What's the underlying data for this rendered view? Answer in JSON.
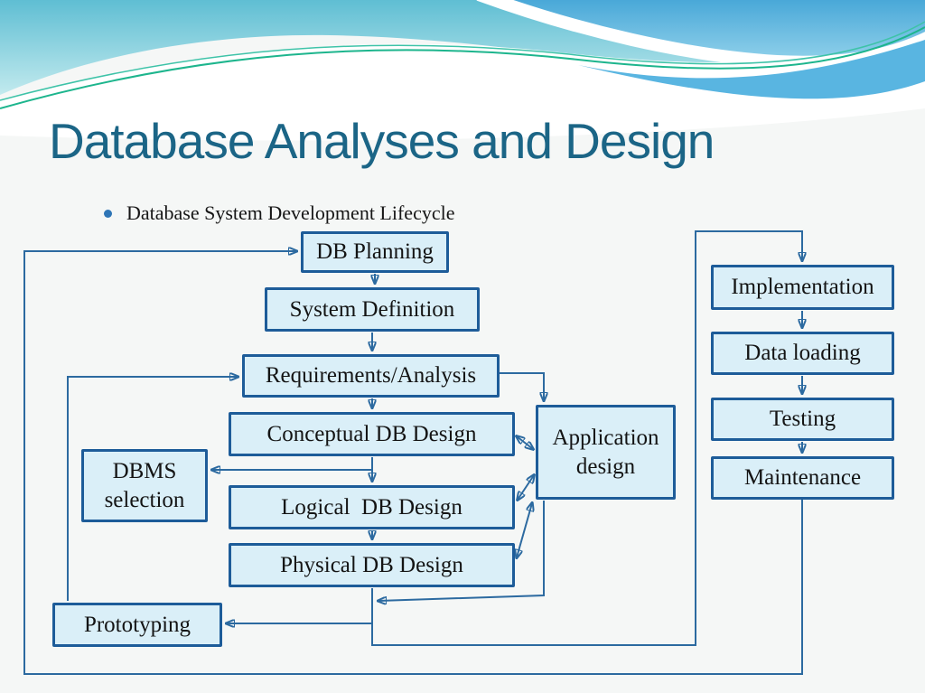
{
  "slide": {
    "title": "Database Analyses and Design",
    "bullet": "Database System Development Lifecycle"
  },
  "colors": {
    "title_text": "#1b6586",
    "box_fill": "#daeff8",
    "box_border": "#1d5c99",
    "arrow": "#2c6aa0",
    "bullet_dot": "#2e75b6",
    "body_text": "#141414",
    "wave_teal": "#5fbed3",
    "wave_blue": "#49a8d8",
    "wave_accent_line": "#1db58d"
  },
  "flowchart": {
    "nodes": [
      {
        "id": "db-planning",
        "label": "DB Planning"
      },
      {
        "id": "system-definition",
        "label": "System Definition"
      },
      {
        "id": "requirements-analysis",
        "label": "Requirements/Analysis"
      },
      {
        "id": "conceptual-db-design",
        "label": "Conceptual DB Design"
      },
      {
        "id": "dbms-selection",
        "label": "DBMS selection"
      },
      {
        "id": "logical-db-design",
        "label": "Logical  DB Design"
      },
      {
        "id": "physical-db-design",
        "label": "Physical DB Design"
      },
      {
        "id": "application-design",
        "label": "Application design"
      },
      {
        "id": "prototyping",
        "label": "Prototyping"
      },
      {
        "id": "implementation",
        "label": "Implementation"
      },
      {
        "id": "data-loading",
        "label": "Data loading"
      },
      {
        "id": "testing",
        "label": "Testing"
      },
      {
        "id": "maintenance",
        "label": "Maintenance"
      }
    ]
  }
}
